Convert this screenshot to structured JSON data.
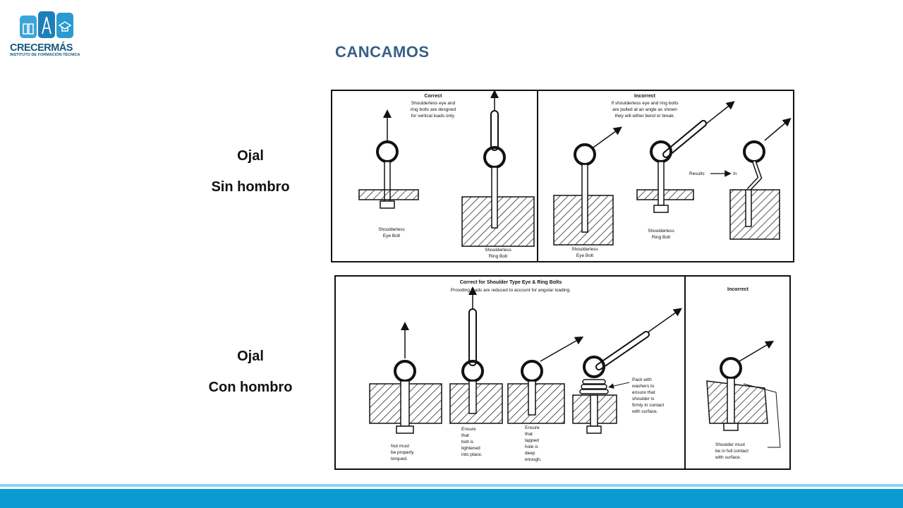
{
  "brand": {
    "name_main": "CRECER",
    "name_accent": "MÁS",
    "subtitle": "INSTITUTO DE FORMACIÓN TÉCNICA"
  },
  "title": "CANCAMOS",
  "labels": {
    "top_line1": "Ojal",
    "top_line2": "Sin hombro",
    "bottom_line1": "Ojal",
    "bottom_line2": "Con hombro"
  },
  "diagram_top": {
    "correct_heading": "Correct",
    "correct_note_1": "Shoulderless eye and",
    "correct_note_2": "ring bolts are desgned",
    "correct_note_3": "for vertical loads only.",
    "incorrect_heading": "Incorrect",
    "incorrect_note_1": "If shoulderless eye and ring bolts",
    "incorrect_note_2": "are pulled at an angle as shown",
    "incorrect_note_3": "they will either bend or break.",
    "results_label": "Results",
    "results_in": "In",
    "cap_eye_1": "Shoulderless",
    "cap_eye_2": "Eye Bolt",
    "cap_ring_1": "Shoulderless",
    "cap_ring_2": "Ring Bolt",
    "cap_eye2_1": "Shoulderless",
    "cap_eye2_2": "Eye Bolt",
    "cap_ring2_1": "Shoulderless",
    "cap_ring2_2": "Ring Bolt"
  },
  "diagram_bottom": {
    "correct_heading": "Correct for Shoulder Type Eye & Ring Bolts",
    "correct_sub": "Providing loads are reduced to account for angular loading.",
    "incorrect_heading": "Incorrect",
    "note_nut_1": "Nut must",
    "note_nut_2": "be properly",
    "note_nut_3": "torqued.",
    "note_bolt_1": "Ensure",
    "note_bolt_2": "that",
    "note_bolt_3": "bolt is",
    "note_bolt_4": "tightened",
    "note_bolt_5": "into place.",
    "note_hole_1": "Ensure",
    "note_hole_2": "that",
    "note_hole_3": "tapped",
    "note_hole_4": "hole is",
    "note_hole_5": "deep",
    "note_hole_6": "enough.",
    "note_pack_1": "Pack with",
    "note_pack_2": "washers to",
    "note_pack_3": "ensure that",
    "note_pack_4": "shoulder is",
    "note_pack_5": "firmly in contact",
    "note_pack_6": "with surface.",
    "note_shoulder_1": "Shoulder must",
    "note_shoulder_2": "be in full contact",
    "note_shoulder_3": "with surface."
  },
  "colors": {
    "brand": "#15597a",
    "title": "#3a5f88",
    "stripe_light": "#8fd3ef",
    "stripe_dark": "#0c9ad2"
  }
}
